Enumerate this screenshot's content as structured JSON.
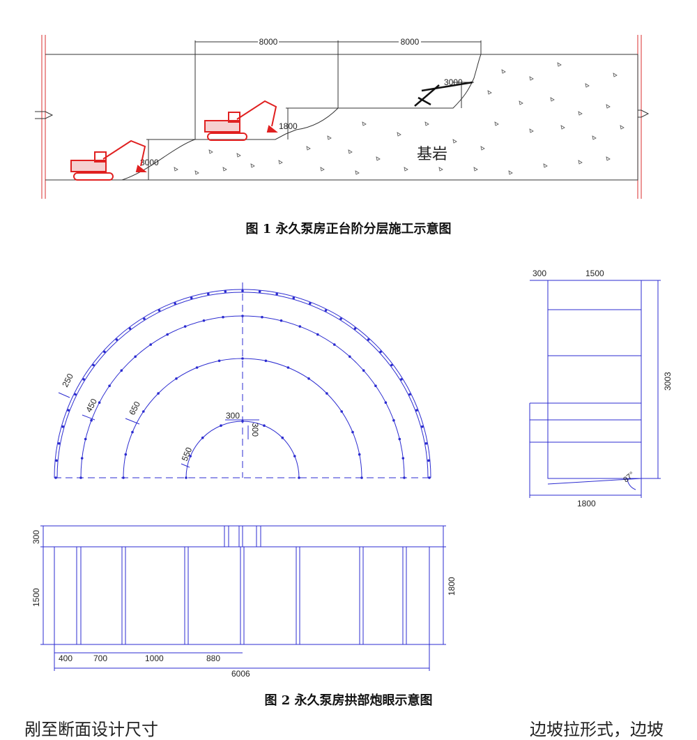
{
  "figure1": {
    "caption": "图 1  永久泵房正台阶分层施工示意图",
    "dimensions": {
      "step_width_1": "8000",
      "step_width_2": "8000",
      "height_top": "3000",
      "height_mid": "1800",
      "height_low": "3000"
    },
    "rock_label": "基岩",
    "colors": {
      "excavator": "#e02020",
      "lines": "#333333",
      "walls": "#e05050"
    }
  },
  "figure2": {
    "caption": "图 2  永久泵房拱部炮眼示意图",
    "arch": {
      "ring_spacings": [
        "250",
        "450",
        "650",
        "550"
      ],
      "inner_top": "300",
      "inner_side": "300"
    },
    "side": {
      "top_left": "300",
      "top_width": "1500",
      "height": "3003",
      "bottom_width": "1800",
      "angle": "87°"
    },
    "plan": {
      "left_top": "300",
      "left_mid": "1500",
      "right_height": "1800",
      "bottom_segments": [
        "400",
        "700",
        "1000",
        "880"
      ],
      "total_width": "6006"
    },
    "colors": {
      "lines": "#2b2bd0"
    }
  },
  "footer": {
    "left": "剐至断面设计尺寸",
    "right": "边坡拉形式，边坡"
  }
}
